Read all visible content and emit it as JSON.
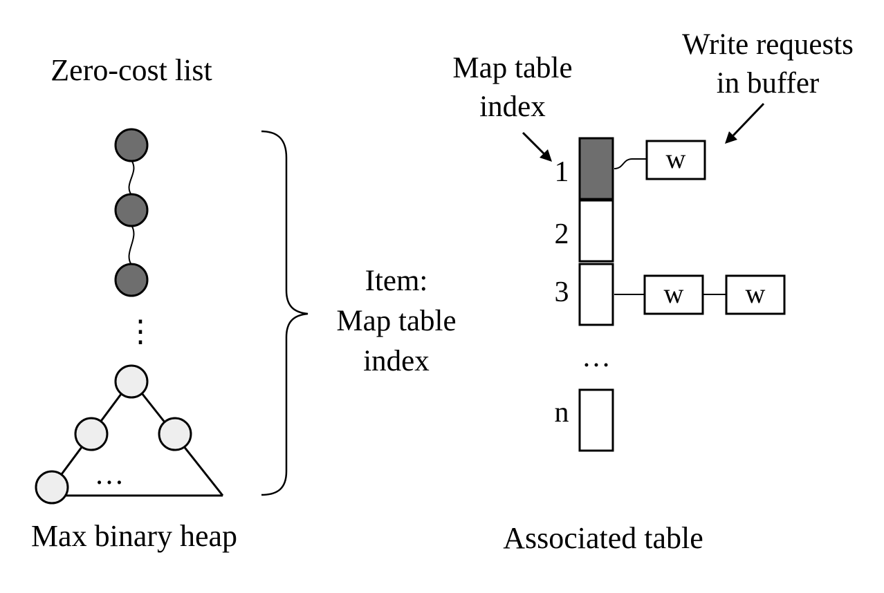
{
  "diagram": {
    "zero_cost_list_label": "Zero-cost list",
    "max_heap_label": "Max binary heap",
    "heap_ellipsis": "…",
    "list_ellipsis": "⋮",
    "item_label_line1": "Item:",
    "item_label_line2": "Map table",
    "item_label_line3": "index",
    "map_index_label_line1": "Map table",
    "map_index_label_line2": "index",
    "write_requests_line1": "Write requests",
    "write_requests_line2": "in buffer",
    "associated_table_label": "Associated table",
    "row_labels": [
      "1",
      "2",
      "3",
      "…",
      "n"
    ],
    "write_box_label": "w",
    "colors": {
      "list_node_fill": "#6e6e6e",
      "heap_node_fill": "#eeeeee",
      "highlight_cell_fill": "#6e6e6e",
      "outline": "#000000"
    }
  }
}
